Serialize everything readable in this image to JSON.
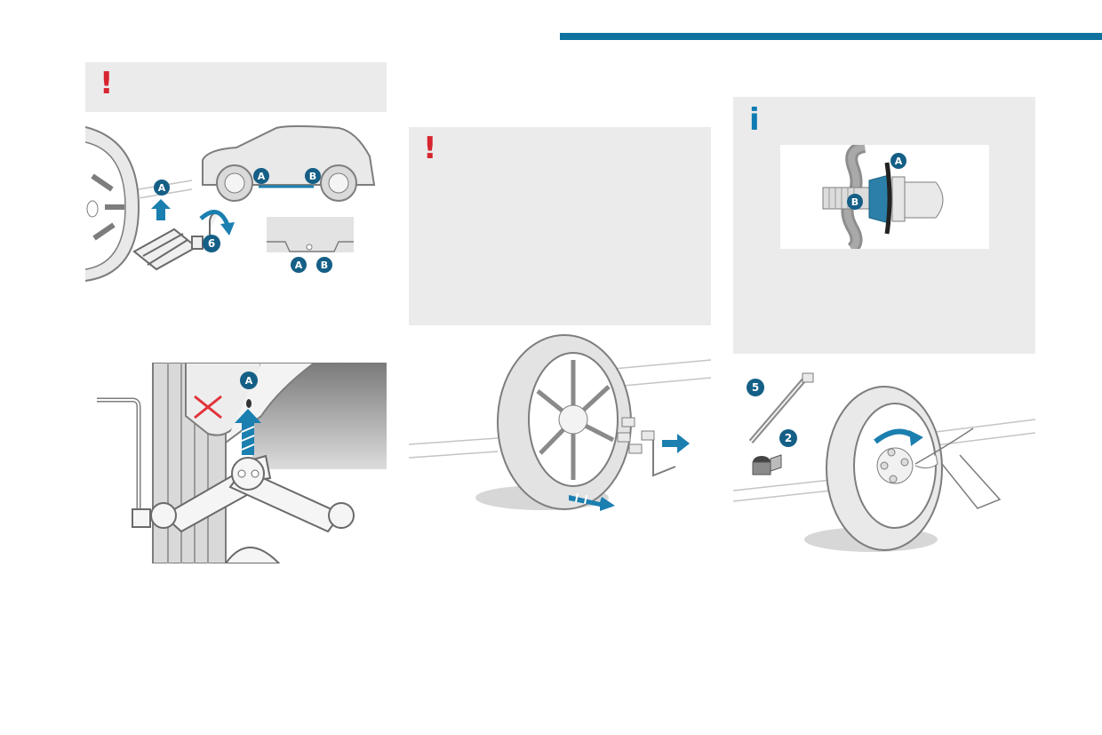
{
  "colors": {
    "accent_bar": "#0f729e",
    "badge": "#155f86",
    "arrow": "#1b7fb0",
    "warning": "#d6252f",
    "info": "#0f7bb3",
    "note_background": "#ebebeb",
    "line_art": "#7d7d7d",
    "cross": "#e2323a"
  },
  "top_bar": {
    "visible": true
  },
  "warning_note_left": {
    "icon": "exclamation-icon",
    "glyph": "!"
  },
  "warning_note_middle": {
    "icon": "exclamation-icon",
    "glyph": "!"
  },
  "info_note_right": {
    "icon": "info-icon",
    "glyph": "i"
  },
  "illustrations": {
    "jack_points": {
      "badges": [
        "A",
        "B",
        "6"
      ],
      "detail_badges": [
        "A",
        "B"
      ]
    },
    "jack_closeup": {
      "badges": [
        "A"
      ]
    },
    "wheel_removal": {
      "badges": []
    },
    "bolt_detail": {
      "badges": [
        "A",
        "B"
      ]
    },
    "wheel_refit": {
      "badges": [
        "5",
        "2"
      ]
    }
  }
}
